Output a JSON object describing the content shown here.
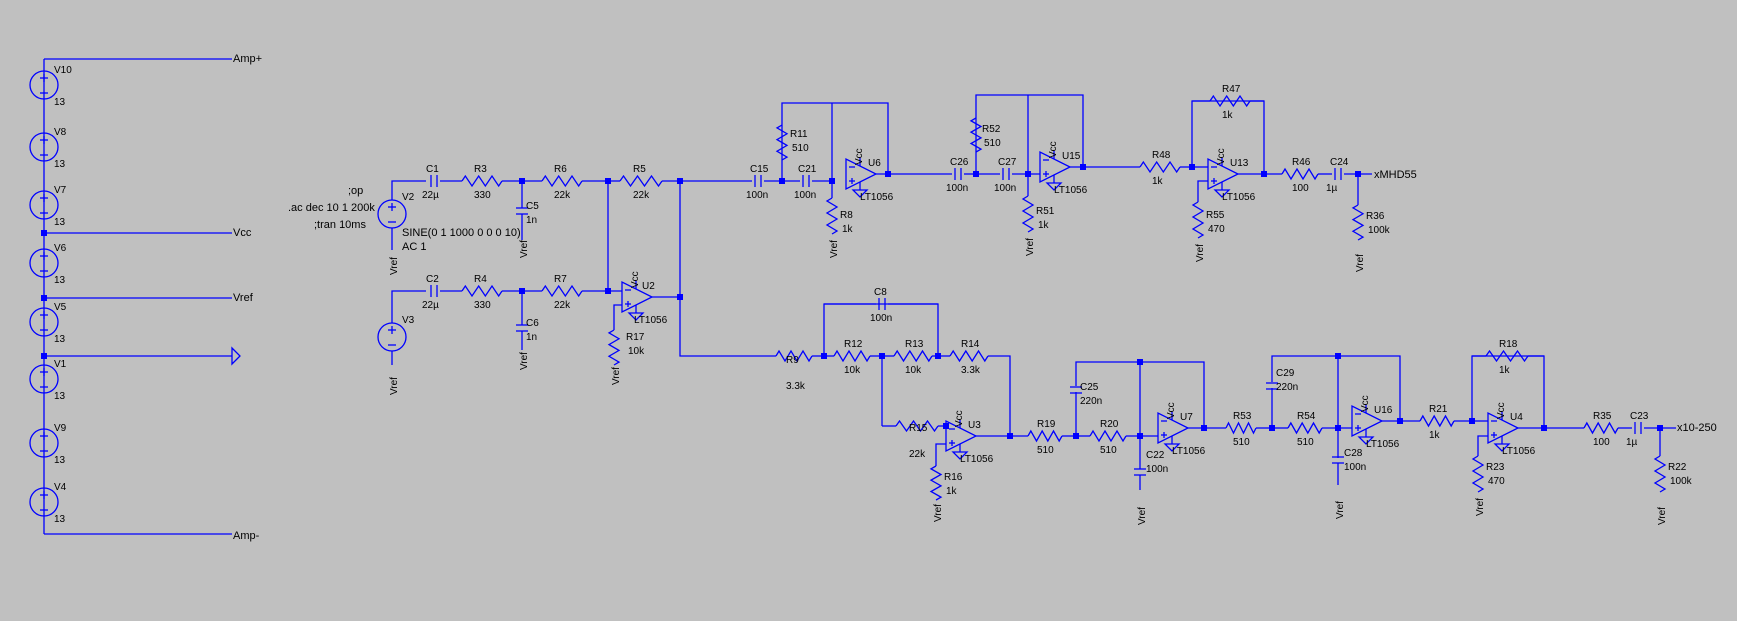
{
  "directives": {
    "op": ";op",
    "ac": ".ac dec 10 1 200k",
    "tran": ";tran 10ms"
  },
  "sources": [
    {
      "id": "src-v10",
      "ref": "V10",
      "value": "13"
    },
    {
      "id": "src-v8",
      "ref": "V8",
      "value": "13"
    },
    {
      "id": "src-v7",
      "ref": "V7",
      "value": "13"
    },
    {
      "id": "src-v6",
      "ref": "V6",
      "value": "13"
    },
    {
      "id": "src-v5",
      "ref": "V5",
      "value": "13"
    },
    {
      "id": "src-v1",
      "ref": "V1",
      "value": "13"
    },
    {
      "id": "src-v9",
      "ref": "V9",
      "value": "13"
    },
    {
      "id": "src-v4",
      "ref": "V4",
      "value": "13"
    },
    {
      "id": "src-v2",
      "ref": "V2",
      "value": ""
    },
    {
      "id": "src-v3",
      "ref": "V3",
      "value": ""
    }
  ],
  "v2_spec": {
    "sine": "SINE(0 1 1000 0 0 0 10)",
    "ac": "AC 1"
  },
  "nets": {
    "amp_plus": "Amp+",
    "amp_minus": "Amp-",
    "vcc": "Vcc",
    "vref": "Vref",
    "out_top": "xMHD55",
    "out_bottom": "x10-250"
  },
  "resistors": [
    {
      "id": "R3",
      "ref": "R3",
      "value": "330"
    },
    {
      "id": "R4",
      "ref": "R4",
      "value": "330"
    },
    {
      "id": "R6",
      "ref": "R6",
      "value": "22k"
    },
    {
      "id": "R7",
      "ref": "R7",
      "value": "22k"
    },
    {
      "id": "R5",
      "ref": "R5",
      "value": "22k"
    },
    {
      "id": "R17",
      "ref": "R17",
      "value": "10k"
    },
    {
      "id": "R11",
      "ref": "R11",
      "value": "510"
    },
    {
      "id": "R8",
      "ref": "R8",
      "value": "1k"
    },
    {
      "id": "R52",
      "ref": "R52",
      "value": "510"
    },
    {
      "id": "R51",
      "ref": "R51",
      "value": "1k"
    },
    {
      "id": "R48",
      "ref": "R48",
      "value": "1k"
    },
    {
      "id": "R47",
      "ref": "R47",
      "value": "1k"
    },
    {
      "id": "R55",
      "ref": "R55",
      "value": "470"
    },
    {
      "id": "R46",
      "ref": "R46",
      "value": "100"
    },
    {
      "id": "R36",
      "ref": "R36",
      "value": "100k"
    },
    {
      "id": "R9",
      "ref": "R9",
      "value": "3.3k"
    },
    {
      "id": "R12",
      "ref": "R12",
      "value": "10k"
    },
    {
      "id": "R13",
      "ref": "R13",
      "value": "10k"
    },
    {
      "id": "R14",
      "ref": "R14",
      "value": "3.3k"
    },
    {
      "id": "R15",
      "ref": "R15",
      "value": "22k"
    },
    {
      "id": "R16",
      "ref": "R16",
      "value": "1k"
    },
    {
      "id": "R19",
      "ref": "R19",
      "value": "510"
    },
    {
      "id": "R20",
      "ref": "R20",
      "value": "510"
    },
    {
      "id": "R53",
      "ref": "R53",
      "value": "510"
    },
    {
      "id": "R54",
      "ref": "R54",
      "value": "510"
    },
    {
      "id": "R21",
      "ref": "R21",
      "value": "1k"
    },
    {
      "id": "R18",
      "ref": "R18",
      "value": "1k"
    },
    {
      "id": "R23",
      "ref": "R23",
      "value": "470"
    },
    {
      "id": "R35",
      "ref": "R35",
      "value": "100"
    },
    {
      "id": "R22",
      "ref": "R22",
      "value": "100k"
    }
  ],
  "capacitors": [
    {
      "id": "C1",
      "ref": "C1",
      "value": "22µ"
    },
    {
      "id": "C2",
      "ref": "C2",
      "value": "22µ"
    },
    {
      "id": "C5",
      "ref": "C5",
      "value": "1n"
    },
    {
      "id": "C6",
      "ref": "C6",
      "value": "1n"
    },
    {
      "id": "C15",
      "ref": "C15",
      "value": "100n"
    },
    {
      "id": "C21",
      "ref": "C21",
      "value": "100n"
    },
    {
      "id": "C26",
      "ref": "C26",
      "value": "100n"
    },
    {
      "id": "C27",
      "ref": "C27",
      "value": "100n"
    },
    {
      "id": "C24",
      "ref": "C24",
      "value": "1µ"
    },
    {
      "id": "C8",
      "ref": "C8",
      "value": "100n"
    },
    {
      "id": "C25",
      "ref": "C25",
      "value": "220n"
    },
    {
      "id": "C22",
      "ref": "C22",
      "value": "100n"
    },
    {
      "id": "C29",
      "ref": "C29",
      "value": "220n"
    },
    {
      "id": "C28",
      "ref": "C28",
      "value": "100n"
    },
    {
      "id": "C23",
      "ref": "C23",
      "value": "1µ"
    }
  ],
  "opamps": [
    {
      "id": "U2",
      "ref": "U2",
      "model": "LT1056"
    },
    {
      "id": "U6",
      "ref": "U6",
      "model": "LT1056"
    },
    {
      "id": "U15",
      "ref": "U15",
      "model": "LT1056"
    },
    {
      "id": "U13",
      "ref": "U13",
      "model": "LT1056"
    },
    {
      "id": "U3",
      "ref": "U3",
      "model": "LT1056"
    },
    {
      "id": "U7",
      "ref": "U7",
      "model": "LT1056"
    },
    {
      "id": "U16",
      "ref": "U16",
      "model": "LT1056"
    },
    {
      "id": "U4",
      "ref": "U4",
      "model": "LT1056"
    }
  ],
  "colors": {
    "background": "#c0c0c0",
    "wire": "#0000ff",
    "text": "#000000"
  }
}
